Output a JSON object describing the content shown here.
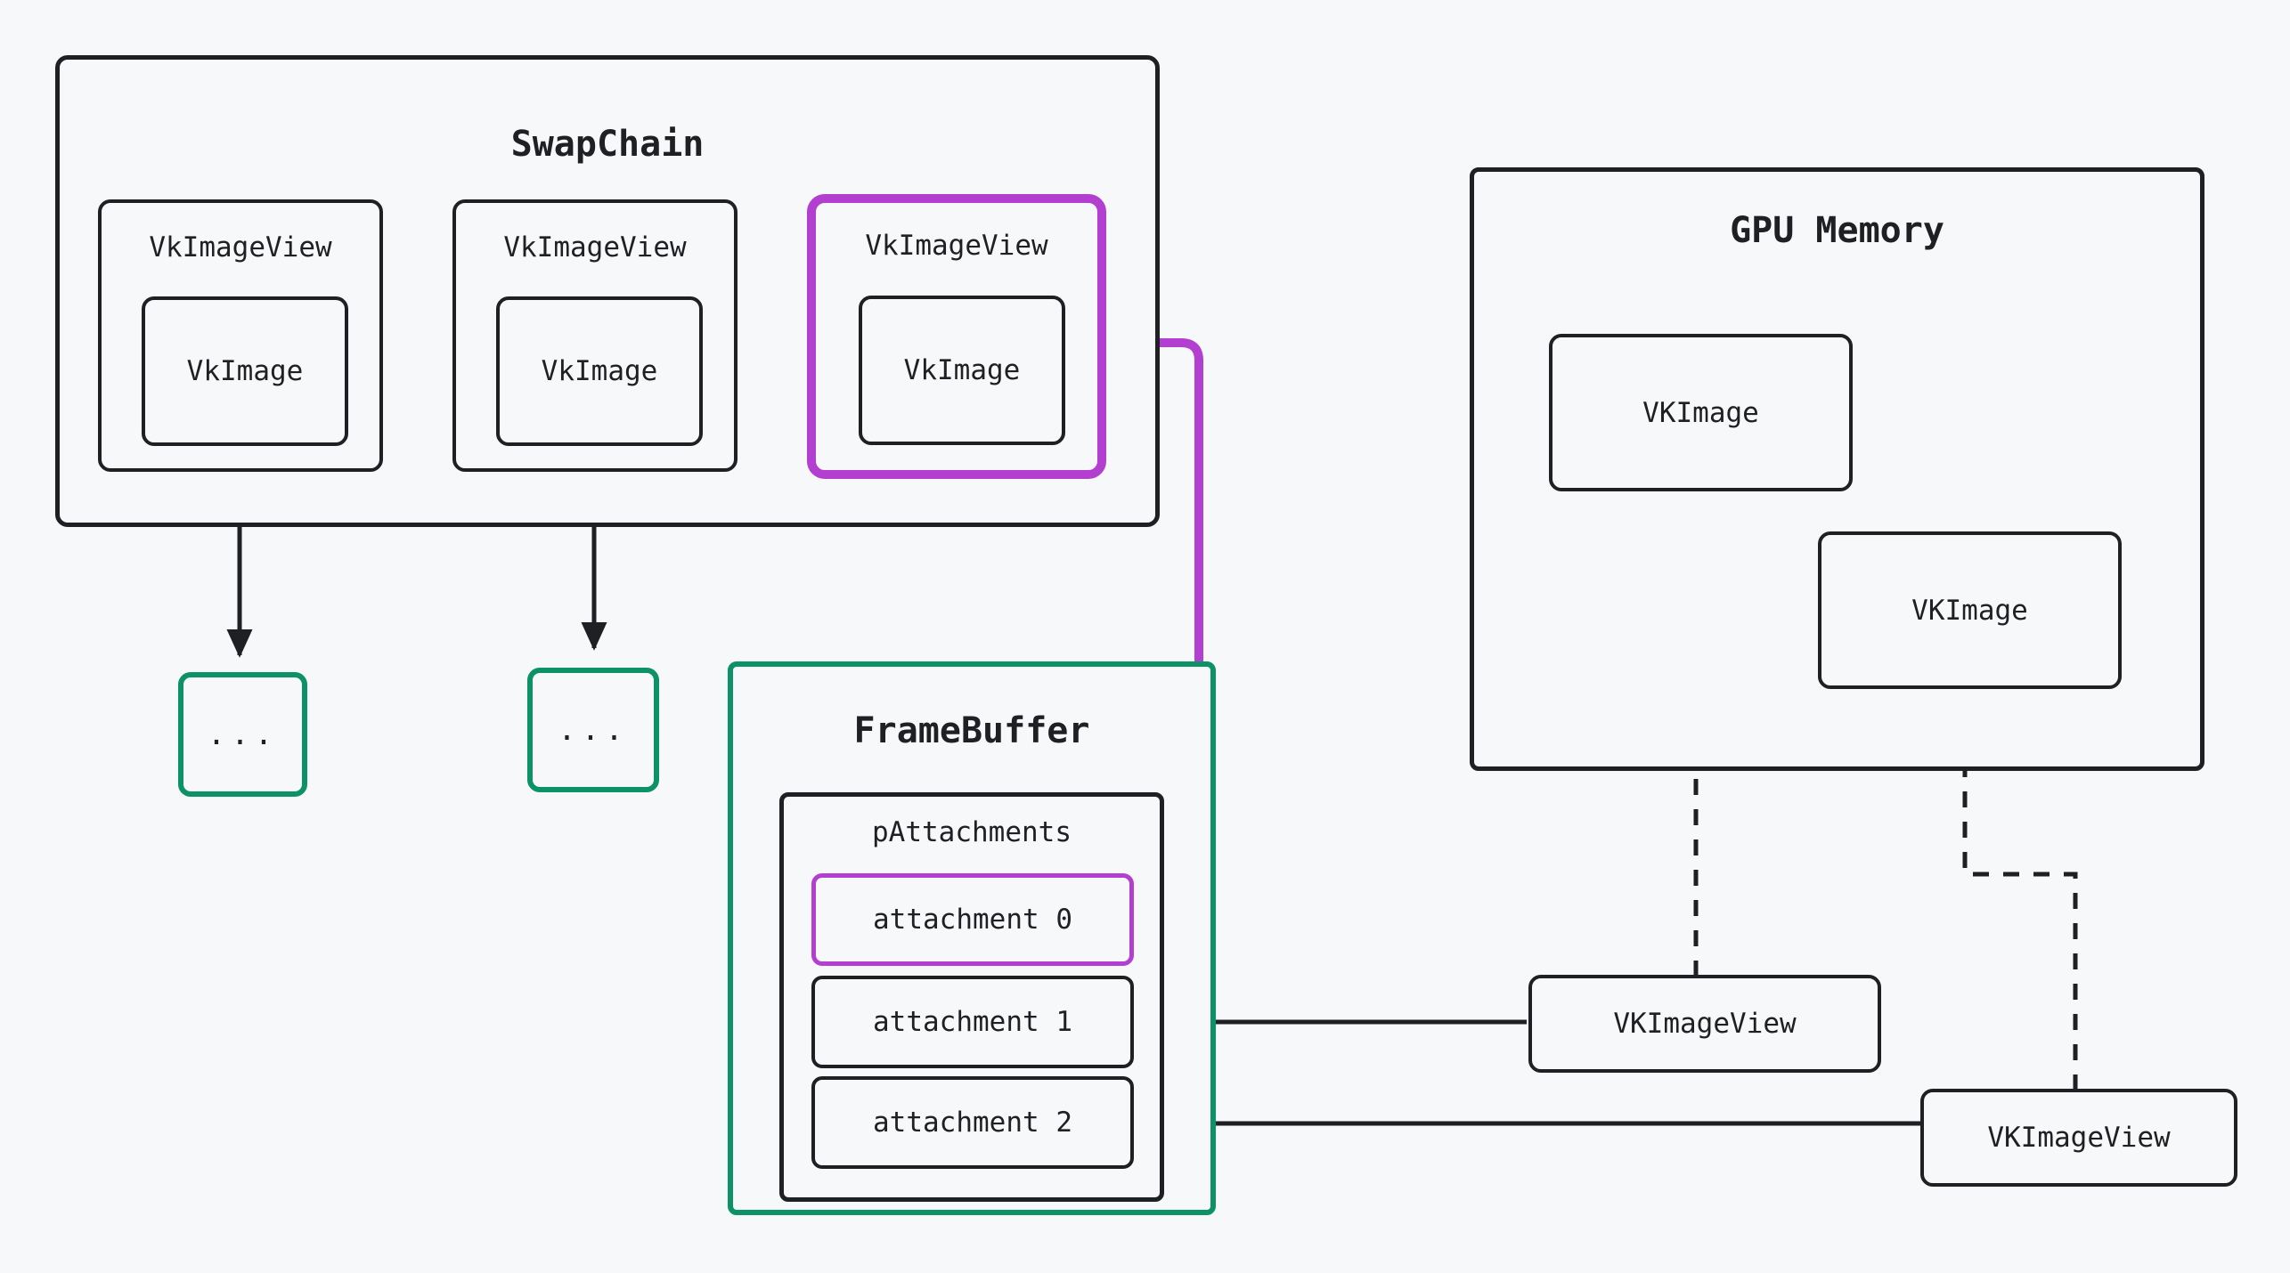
{
  "diagram": {
    "title_swapchain": "SwapChain",
    "title_framebuffer": "FrameBuffer",
    "title_gpu_memory": "GPU Memory",
    "label_pattachments": "pAttachments",
    "background_color": "#f7f8fa",
    "stroke_color": "#1f2023",
    "highlight_purple": "#b23fd0",
    "highlight_green": "#0d9268"
  },
  "swapchain": {
    "title": "SwapChain",
    "image_views": [
      {
        "label": "VkImageView",
        "image_label": "VkImage",
        "highlighted": false
      },
      {
        "label": "VkImageView",
        "image_label": "VkImage",
        "highlighted": false
      },
      {
        "label": "VkImageView",
        "image_label": "VkImage",
        "highlighted": true
      }
    ]
  },
  "ellipsis_boxes": [
    {
      "label": "..."
    },
    {
      "label": "..."
    }
  ],
  "framebuffer": {
    "title": "FrameBuffer",
    "pattachments": {
      "label": "pAttachments",
      "attachments": [
        {
          "label": "attachment 0",
          "highlighted": true
        },
        {
          "label": "attachment 1",
          "highlighted": false
        },
        {
          "label": "attachment 2",
          "highlighted": false
        }
      ]
    }
  },
  "gpu_memory": {
    "title": "GPU Memory",
    "images": [
      {
        "label": "VKImage"
      },
      {
        "label": "VKImage"
      }
    ]
  },
  "external_image_views": [
    {
      "label": "VKImageView"
    },
    {
      "label": "VKImageView"
    }
  ]
}
